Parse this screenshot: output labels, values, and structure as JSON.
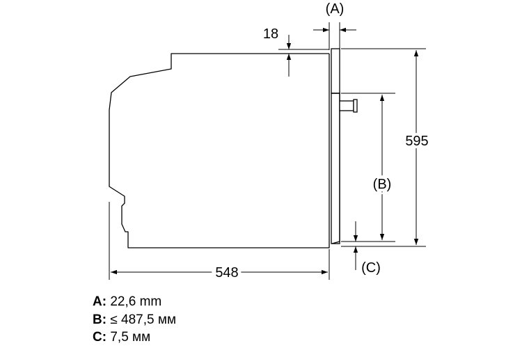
{
  "diagram": {
    "labels": {
      "a_marker": "(A)",
      "b_marker": "(B)",
      "c_marker": "(C)",
      "dim_18": "18",
      "dim_595": "595",
      "dim_548": "548"
    },
    "colors": {
      "line": "#000000",
      "background": "#ffffff"
    }
  },
  "legend": {
    "items": [
      {
        "key": "A:",
        "value": "22,6 mm"
      },
      {
        "key": "B:",
        "value": "≤ 487,5 мм"
      },
      {
        "key": "C:",
        "value": "7,5 мм"
      }
    ]
  }
}
